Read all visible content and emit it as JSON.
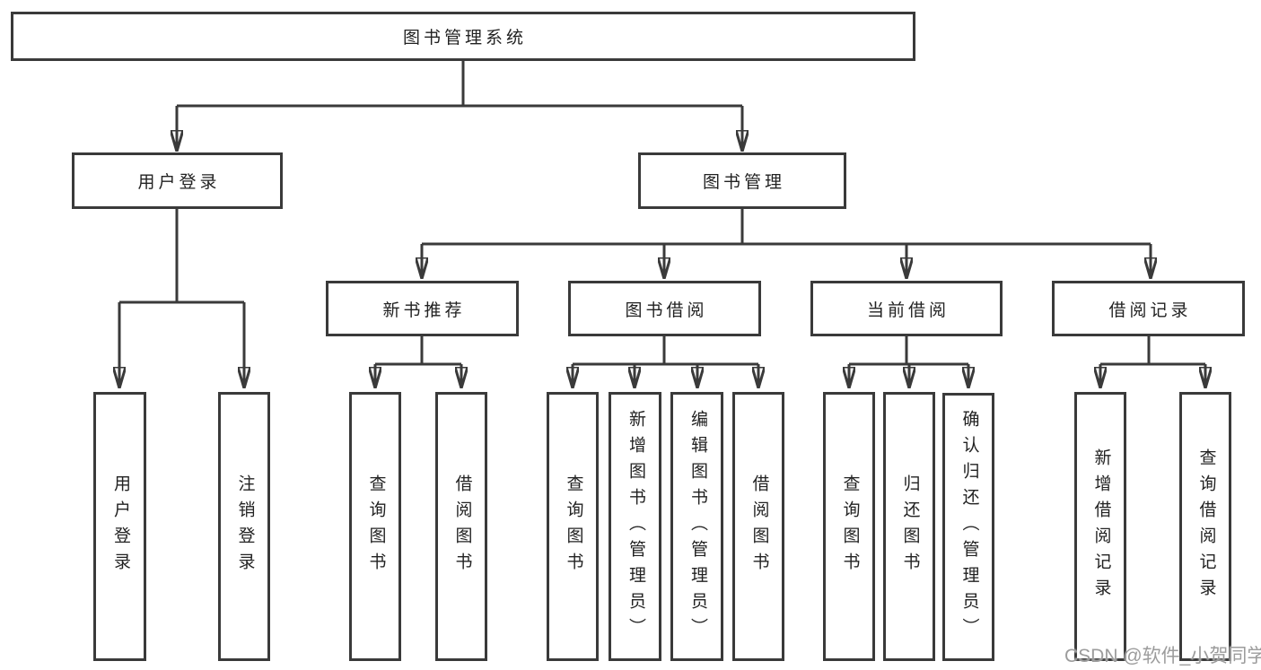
{
  "diagram": {
    "title": "图书管理系统",
    "root": {
      "label": "图书管理系统"
    },
    "level2": [
      {
        "label": "用户登录"
      },
      {
        "label": "图书管理"
      }
    ],
    "level3": [
      {
        "label": "新书推荐"
      },
      {
        "label": "图书借阅"
      },
      {
        "label": "当前借阅"
      },
      {
        "label": "借阅记录"
      }
    ],
    "leaves": {
      "user_login": [
        {
          "label": "用户登录"
        },
        {
          "label": "注销登录"
        }
      ],
      "new_books": [
        {
          "label": "查询图书"
        },
        {
          "label": "借阅图书"
        }
      ],
      "book_borrow": [
        {
          "label": "查询图书"
        },
        {
          "label": "新增图书（管理员）"
        },
        {
          "label": "编辑图书（管理员）"
        },
        {
          "label": "借阅图书"
        }
      ],
      "current_borrow": [
        {
          "label": "查询图书"
        },
        {
          "label": "归还图书"
        },
        {
          "label": "确认归还（管理员）"
        }
      ],
      "borrow_records": [
        {
          "label": "新增借阅记录"
        },
        {
          "label": "查询借阅记录"
        }
      ]
    },
    "colors": {
      "line": "#3a3a3a",
      "text": "#222222",
      "box_background": "#ffffff",
      "page_background": "#ffffff",
      "watermark": "#9c9c9c"
    }
  },
  "watermark": {
    "text": "CSDN @软件_小贺同学"
  }
}
